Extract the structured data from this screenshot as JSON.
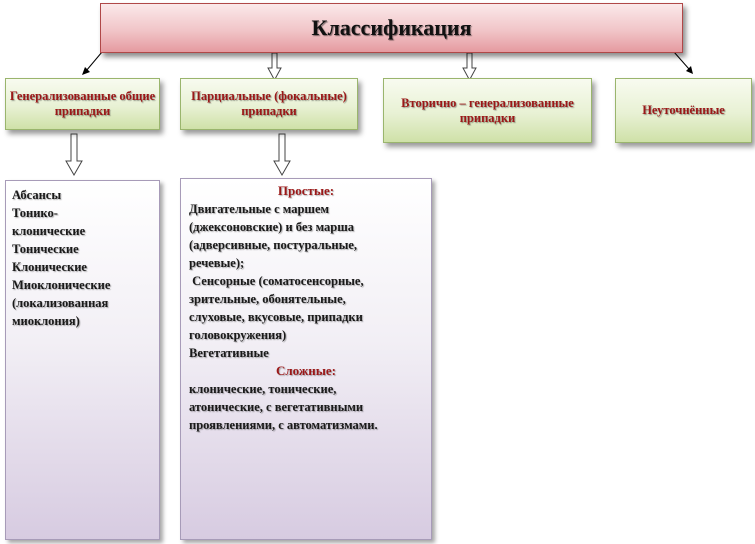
{
  "title": "Классификация",
  "categories": [
    {
      "label": "Генерализованные общие припадки"
    },
    {
      "label": "Парциальные (фокальные) припадки"
    },
    {
      "label": "Вторично – генерализованные припадки"
    },
    {
      "label": "Неуточнённые"
    }
  ],
  "generalized_list": [
    "Абсансы",
    "Тонико-",
    "клонические",
    "Тонические",
    "Клонические",
    "Миоклонические",
    "(локализованная",
    "миоклония)"
  ],
  "partial": {
    "simple_heading": "Простые:",
    "simple_lines": [
      "Двигательные с маршем",
      "(джексоновские) и без марша",
      "(адверсивные, постуральные,",
      "речевые);",
      " Сенсорные (соматосенсорные,",
      "зрительные, обонятельные,",
      "слуховые, вкусовые, припадки",
      "головокружения)",
      "Вегетативные"
    ],
    "complex_heading": "Сложные:",
    "complex_lines": [
      "клонические, тонические,",
      "атонические, с вегетативными",
      "проявлениями, с автоматизмами."
    ]
  }
}
